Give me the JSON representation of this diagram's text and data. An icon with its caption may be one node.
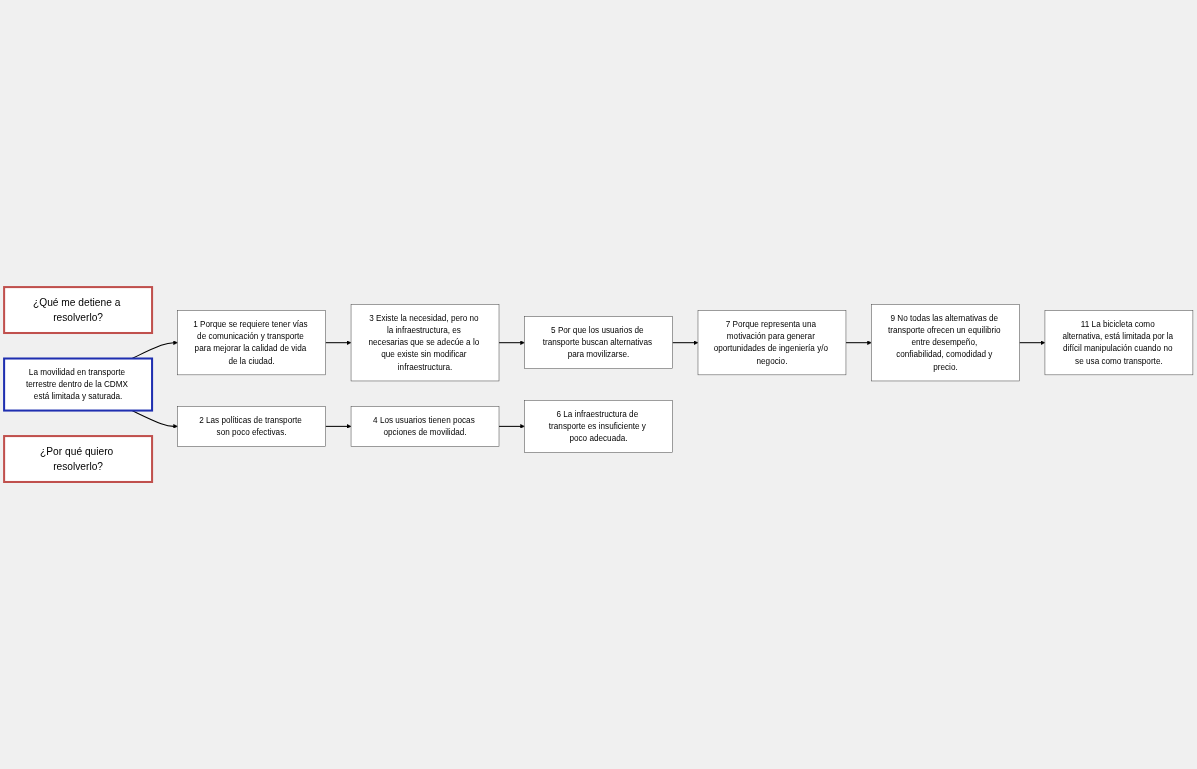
{
  "diagram": {
    "nodes": [
      {
        "text": [
          "11 La bicicleta como alternativa, está limitada por la difícil manipulación cuando no se usa como transporte."
        ]
      },
      {
        "text": [
          "9 No todas las alternativas de transporte ofrecen un equilibrio entre desempeño, confiabilidad, comodidad y precio."
        ]
      },
      {
        "text": [
          "7 Porque representa una motivación para generar oportunidades de ingeniería y/o negocio."
        ]
      },
      {
        "text": [
          "5 Por que los usuarios de transporte buscan alternativas para movilizarse."
        ]
      },
      {
        "text": [
          "3 Existe la necesidad, pero no la infraestructura, es necesarias que se adecúe a lo que existe sin modificar infraestructura."
        ]
      },
      {
        "text": [
          "¿Qué me detiene a resolverlo?"
        ]
      },
      {
        "text": [
          "1 Porque se requiere tener vías de comunicación y transporte para mejorar la calidad de vida de la ciudad."
        ]
      },
      {
        "text": [
          "La movilidad en transporte terrestre dentro de la CDMX está limitada y saturada."
        ]
      },
      {
        "text": [
          "2 Las políticas de transporte son poco efectivas."
        ]
      },
      {
        "text": [
          "¿Por qué quiero resolverlo?"
        ]
      },
      {
        "text": [
          "4 Los usuarios tienen pocas opciones de movilidad."
        ]
      },
      {
        "text": [
          "6 La infraestructura de transporte es insuficiente y poco adecuada."
        ]
      }
    ],
    "edges": [
      {
        "from": 7,
        "to": 6,
        "arrow": "to"
      },
      {
        "from": 6,
        "to": 4,
        "arrow": "to"
      },
      {
        "from": 4,
        "to": 3,
        "arrow": "to"
      },
      {
        "from": 3,
        "to": 2,
        "arrow": "to"
      },
      {
        "from": 2,
        "to": 1,
        "arrow": "to"
      },
      {
        "from": 1,
        "to": 0,
        "arrow": "to"
      },
      {
        "from": 7,
        "to": 8,
        "arrow": "to"
      },
      {
        "from": 8,
        "to": 10,
        "arrow": "to"
      },
      {
        "from": 10,
        "to": 11,
        "arrow": "to"
      }
    ]
  }
}
